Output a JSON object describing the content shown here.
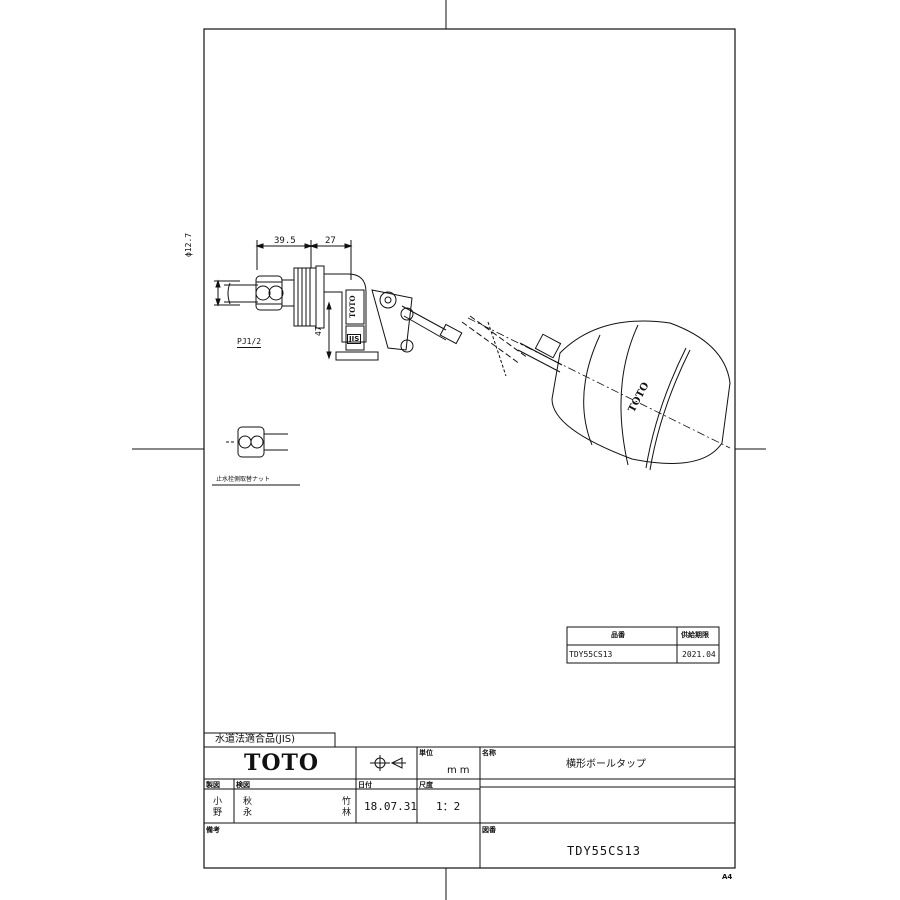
{
  "drawing": {
    "dimensions": {
      "width_a": "39.5",
      "width_b": "27",
      "diameter": "ϕ12.7",
      "height": "47",
      "thread": "PJ1/2"
    },
    "float_mark": "TOTO",
    "nut_caption": "止水栓側取替ナット",
    "body_marks": [
      "TOTO",
      "JIS"
    ]
  },
  "supply_table": {
    "headers": [
      "品番",
      "供給期限"
    ],
    "rows": [
      [
        "TDY55CS13",
        "2021.04"
      ]
    ]
  },
  "title_block": {
    "standard_label": "水道法適合品(JIS)",
    "logo": "TOTO",
    "unit_label": "単位",
    "unit_value": "mm",
    "name_label": "名称",
    "name_value": "横形ボールタップ",
    "drafter_label": "製図",
    "drafter_names": [
      "小",
      "野"
    ],
    "checker_label": "検図",
    "checker_names": [
      "秋",
      "永",
      "竹",
      "林"
    ],
    "date_label": "日付",
    "date_value": "18.07.31",
    "scale_label": "尺度",
    "scale_value": "1：2",
    "remarks_label": "備考",
    "drawing_no_label": "図番",
    "drawing_no_value": "TDY55CS13",
    "paper_size": "A4"
  }
}
